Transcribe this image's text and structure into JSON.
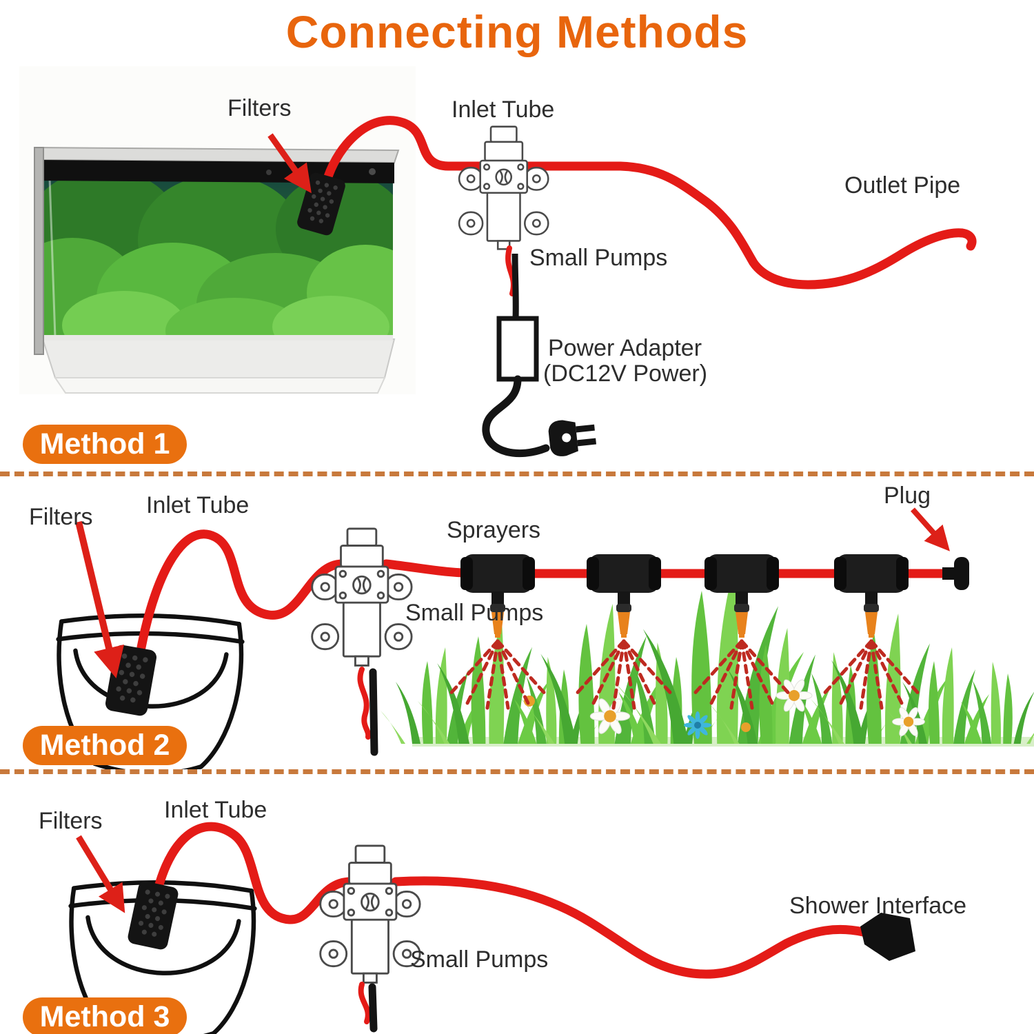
{
  "title": "Connecting Methods",
  "colors": {
    "accent_orange": "#E8650D",
    "badge_orange": "#E9700F",
    "tube_red": "#E41B17",
    "divider_dash": "#C8793C",
    "label_text": "#2D2D2D",
    "nozzle_orange": "#E8821C",
    "mist_red": "#BE2A20",
    "grass_green": "#63C23F"
  },
  "method1": {
    "badge": "Method 1",
    "labels": {
      "filters": "Filters",
      "inlet_tube": "Inlet Tube",
      "outlet_pipe": "Outlet Pipe",
      "small_pumps": "Small Pumps",
      "power_adapter_line1": "Power Adapter",
      "power_adapter_line2": "(DC12V Power)"
    },
    "components": [
      "aquarium",
      "filter",
      "inlet-tube",
      "small-pump",
      "outlet-pipe",
      "power-adapter",
      "power-plug"
    ]
  },
  "method2": {
    "badge": "Method 2",
    "labels": {
      "filters": "Filters",
      "inlet_tube": "Inlet Tube",
      "sprayers": "Sprayers",
      "small_pumps": "Small Pumps",
      "plug": "Plug"
    },
    "sprayer_count": 4,
    "components": [
      "bucket",
      "filter",
      "inlet-tube",
      "small-pump",
      "sprayer-line",
      "sprayers",
      "end-plug",
      "grass"
    ]
  },
  "method3": {
    "badge": "Method 3",
    "labels": {
      "filters": "Filters",
      "inlet_tube": "Inlet Tube",
      "small_pumps": "Small Pumps",
      "shower_interface": "Shower Interface"
    },
    "components": [
      "bucket",
      "filter",
      "inlet-tube",
      "small-pump",
      "outlet-tube",
      "shower-interface"
    ]
  }
}
